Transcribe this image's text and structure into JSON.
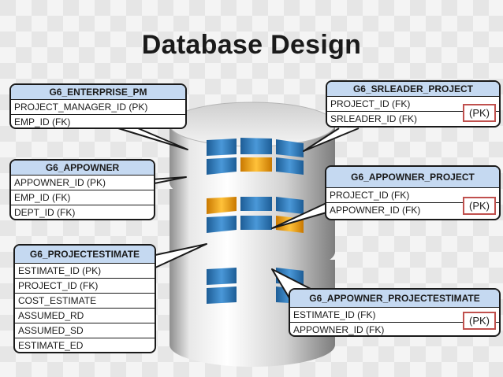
{
  "title": "Database Design",
  "pk_label": "(PK)",
  "colors": {
    "header_fill": "#c5d9f1",
    "pk_border": "#c0504d",
    "db_blue": "#2e75b6",
    "db_orange": "#f0a020"
  },
  "tables": [
    {
      "id": "enterprise_pm",
      "name": "G6_ENTERPRISE_PM",
      "fields": [
        "PROJECT_MANAGER_ID (PK)",
        "EMP_ID (FK)"
      ]
    },
    {
      "id": "srleader_project",
      "name": "G6_SRLEADER_PROJECT",
      "fields": [
        "PROJECT_ID (FK)",
        "SRLEADER_ID (FK)"
      ]
    },
    {
      "id": "appowner",
      "name": "G6_APPOWNER",
      "fields": [
        "APPOWNER_ID (PK)",
        "EMP_ID (FK)",
        "DEPT_ID (FK)"
      ]
    },
    {
      "id": "appowner_project",
      "name": "G6_APPOWNER_PROJECT",
      "fields": [
        "PROJECT_ID (FK)",
        "APPOWNER_ID (FK)"
      ]
    },
    {
      "id": "projectestimate",
      "name": "G6_PROJECTESTIMATE",
      "fields": [
        "ESTIMATE_ID (PK)",
        "PROJECT_ID (FK)",
        "COST_ESTIMATE",
        "ASSUMED_RD",
        "ASSUMED_SD",
        "ESTIMATE_ED"
      ]
    },
    {
      "id": "appowner_projectestimate",
      "name": "G6_APPOWNER_PROJECTESTIMATE",
      "fields": [
        "ESTIMATE_ID (FK)",
        "APPOWNER_ID (FK)"
      ]
    }
  ]
}
